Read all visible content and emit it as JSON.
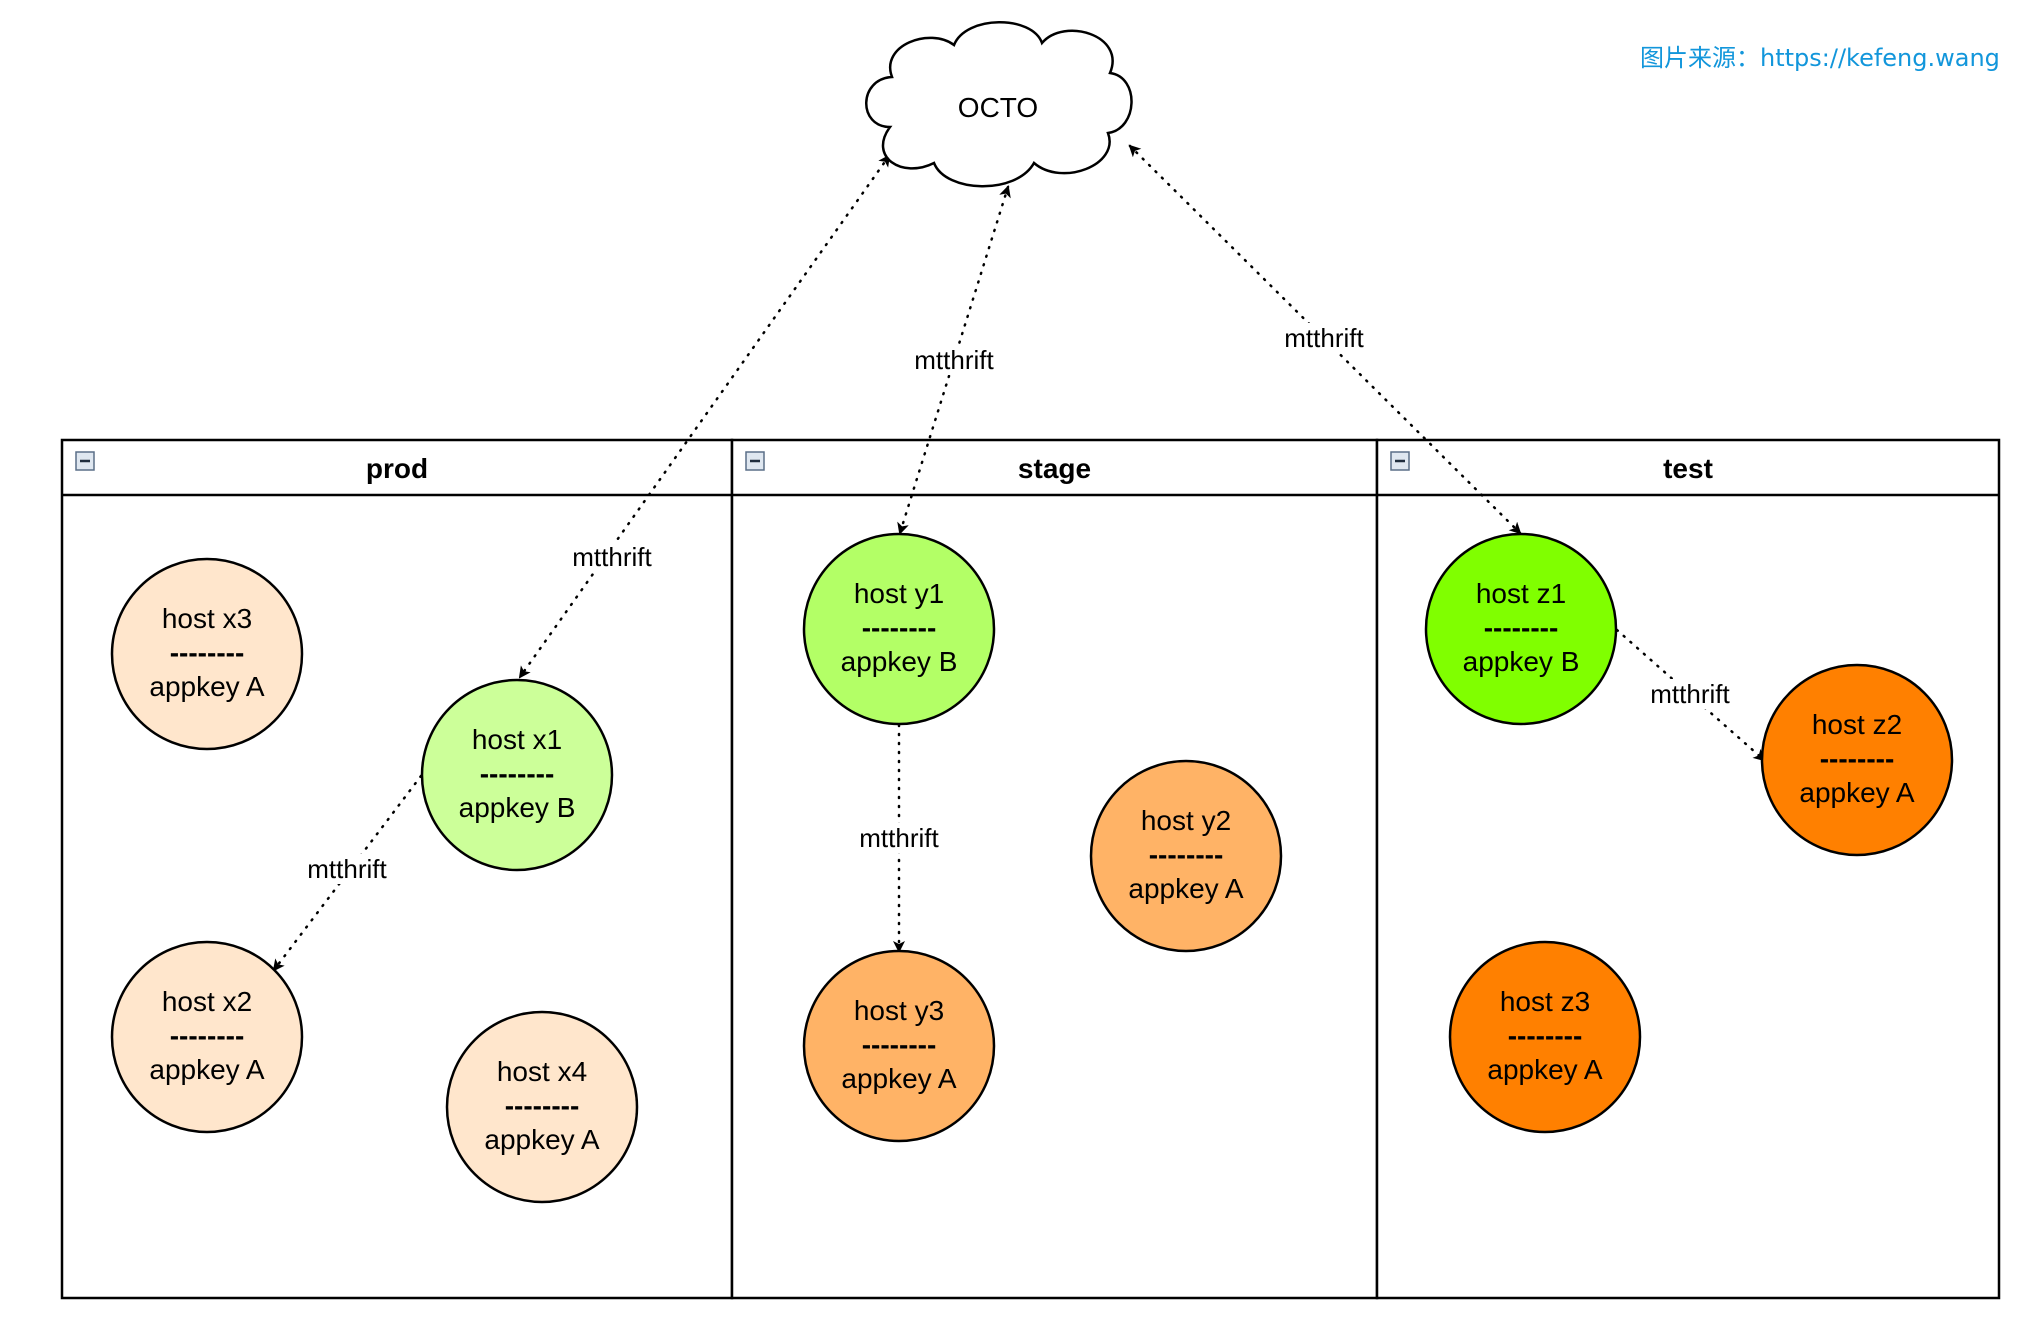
{
  "watermark": "图片来源：https://kefeng.wang",
  "cloud": {
    "label": "OCTO"
  },
  "colors": {
    "edge": "#000000",
    "pale_orange": "#ffe6cc",
    "light_orange": "#ffb366",
    "deep_orange": "#ff8000",
    "light_green": "#ccff99",
    "mid_green": "#b3ff66",
    "bright_green": "#80ff00",
    "watermark": "#1296db"
  },
  "swimlanes": [
    {
      "id": "prod",
      "title": "prod",
      "collapse_icon": "collapse-minus-icon"
    },
    {
      "id": "stage",
      "title": "stage",
      "collapse_icon": "collapse-minus-icon"
    },
    {
      "id": "test",
      "title": "test",
      "collapse_icon": "collapse-minus-icon"
    }
  ],
  "hosts": [
    {
      "id": "x3",
      "lane": "prod",
      "name": "host x3",
      "separator": "--------",
      "appkey": "appkey A",
      "fill": "pale_orange"
    },
    {
      "id": "x1",
      "lane": "prod",
      "name": "host x1",
      "separator": "--------",
      "appkey": "appkey B",
      "fill": "light_green"
    },
    {
      "id": "x2",
      "lane": "prod",
      "name": "host x2",
      "separator": "--------",
      "appkey": "appkey A",
      "fill": "pale_orange"
    },
    {
      "id": "x4",
      "lane": "prod",
      "name": "host x4",
      "separator": "--------",
      "appkey": "appkey A",
      "fill": "pale_orange"
    },
    {
      "id": "y1",
      "lane": "stage",
      "name": "host y1",
      "separator": "--------",
      "appkey": "appkey B",
      "fill": "mid_green"
    },
    {
      "id": "y2",
      "lane": "stage",
      "name": "host y2",
      "separator": "--------",
      "appkey": "appkey A",
      "fill": "light_orange"
    },
    {
      "id": "y3",
      "lane": "stage",
      "name": "host y3",
      "separator": "--------",
      "appkey": "appkey A",
      "fill": "light_orange"
    },
    {
      "id": "z1",
      "lane": "test",
      "name": "host z1",
      "separator": "--------",
      "appkey": "appkey B",
      "fill": "bright_green"
    },
    {
      "id": "z2",
      "lane": "test",
      "name": "host z2",
      "separator": "--------",
      "appkey": "appkey A",
      "fill": "deep_orange"
    },
    {
      "id": "z3",
      "lane": "test",
      "name": "host z3",
      "separator": "--------",
      "appkey": "appkey A",
      "fill": "deep_orange"
    }
  ],
  "edges": [
    {
      "id": "octo-x1",
      "from": "OCTO",
      "to": "x1",
      "label": "mtthrift",
      "arrows": "both",
      "style": "dotted"
    },
    {
      "id": "octo-y1",
      "from": "OCTO",
      "to": "y1",
      "label": "mtthrift",
      "arrows": "both",
      "style": "dotted"
    },
    {
      "id": "octo-z1",
      "from": "OCTO",
      "to": "z1",
      "label": "mtthrift",
      "arrows": "both",
      "style": "dotted"
    },
    {
      "id": "x1-x2",
      "from": "x1",
      "to": "x2",
      "label": "mtthrift",
      "arrows": "end",
      "style": "dotted"
    },
    {
      "id": "y1-y3",
      "from": "y1",
      "to": "y3",
      "label": "mtthrift",
      "arrows": "end",
      "style": "dotted"
    },
    {
      "id": "z1-z2",
      "from": "z1",
      "to": "z2",
      "label": "mtthrift",
      "arrows": "end",
      "style": "dotted"
    }
  ]
}
